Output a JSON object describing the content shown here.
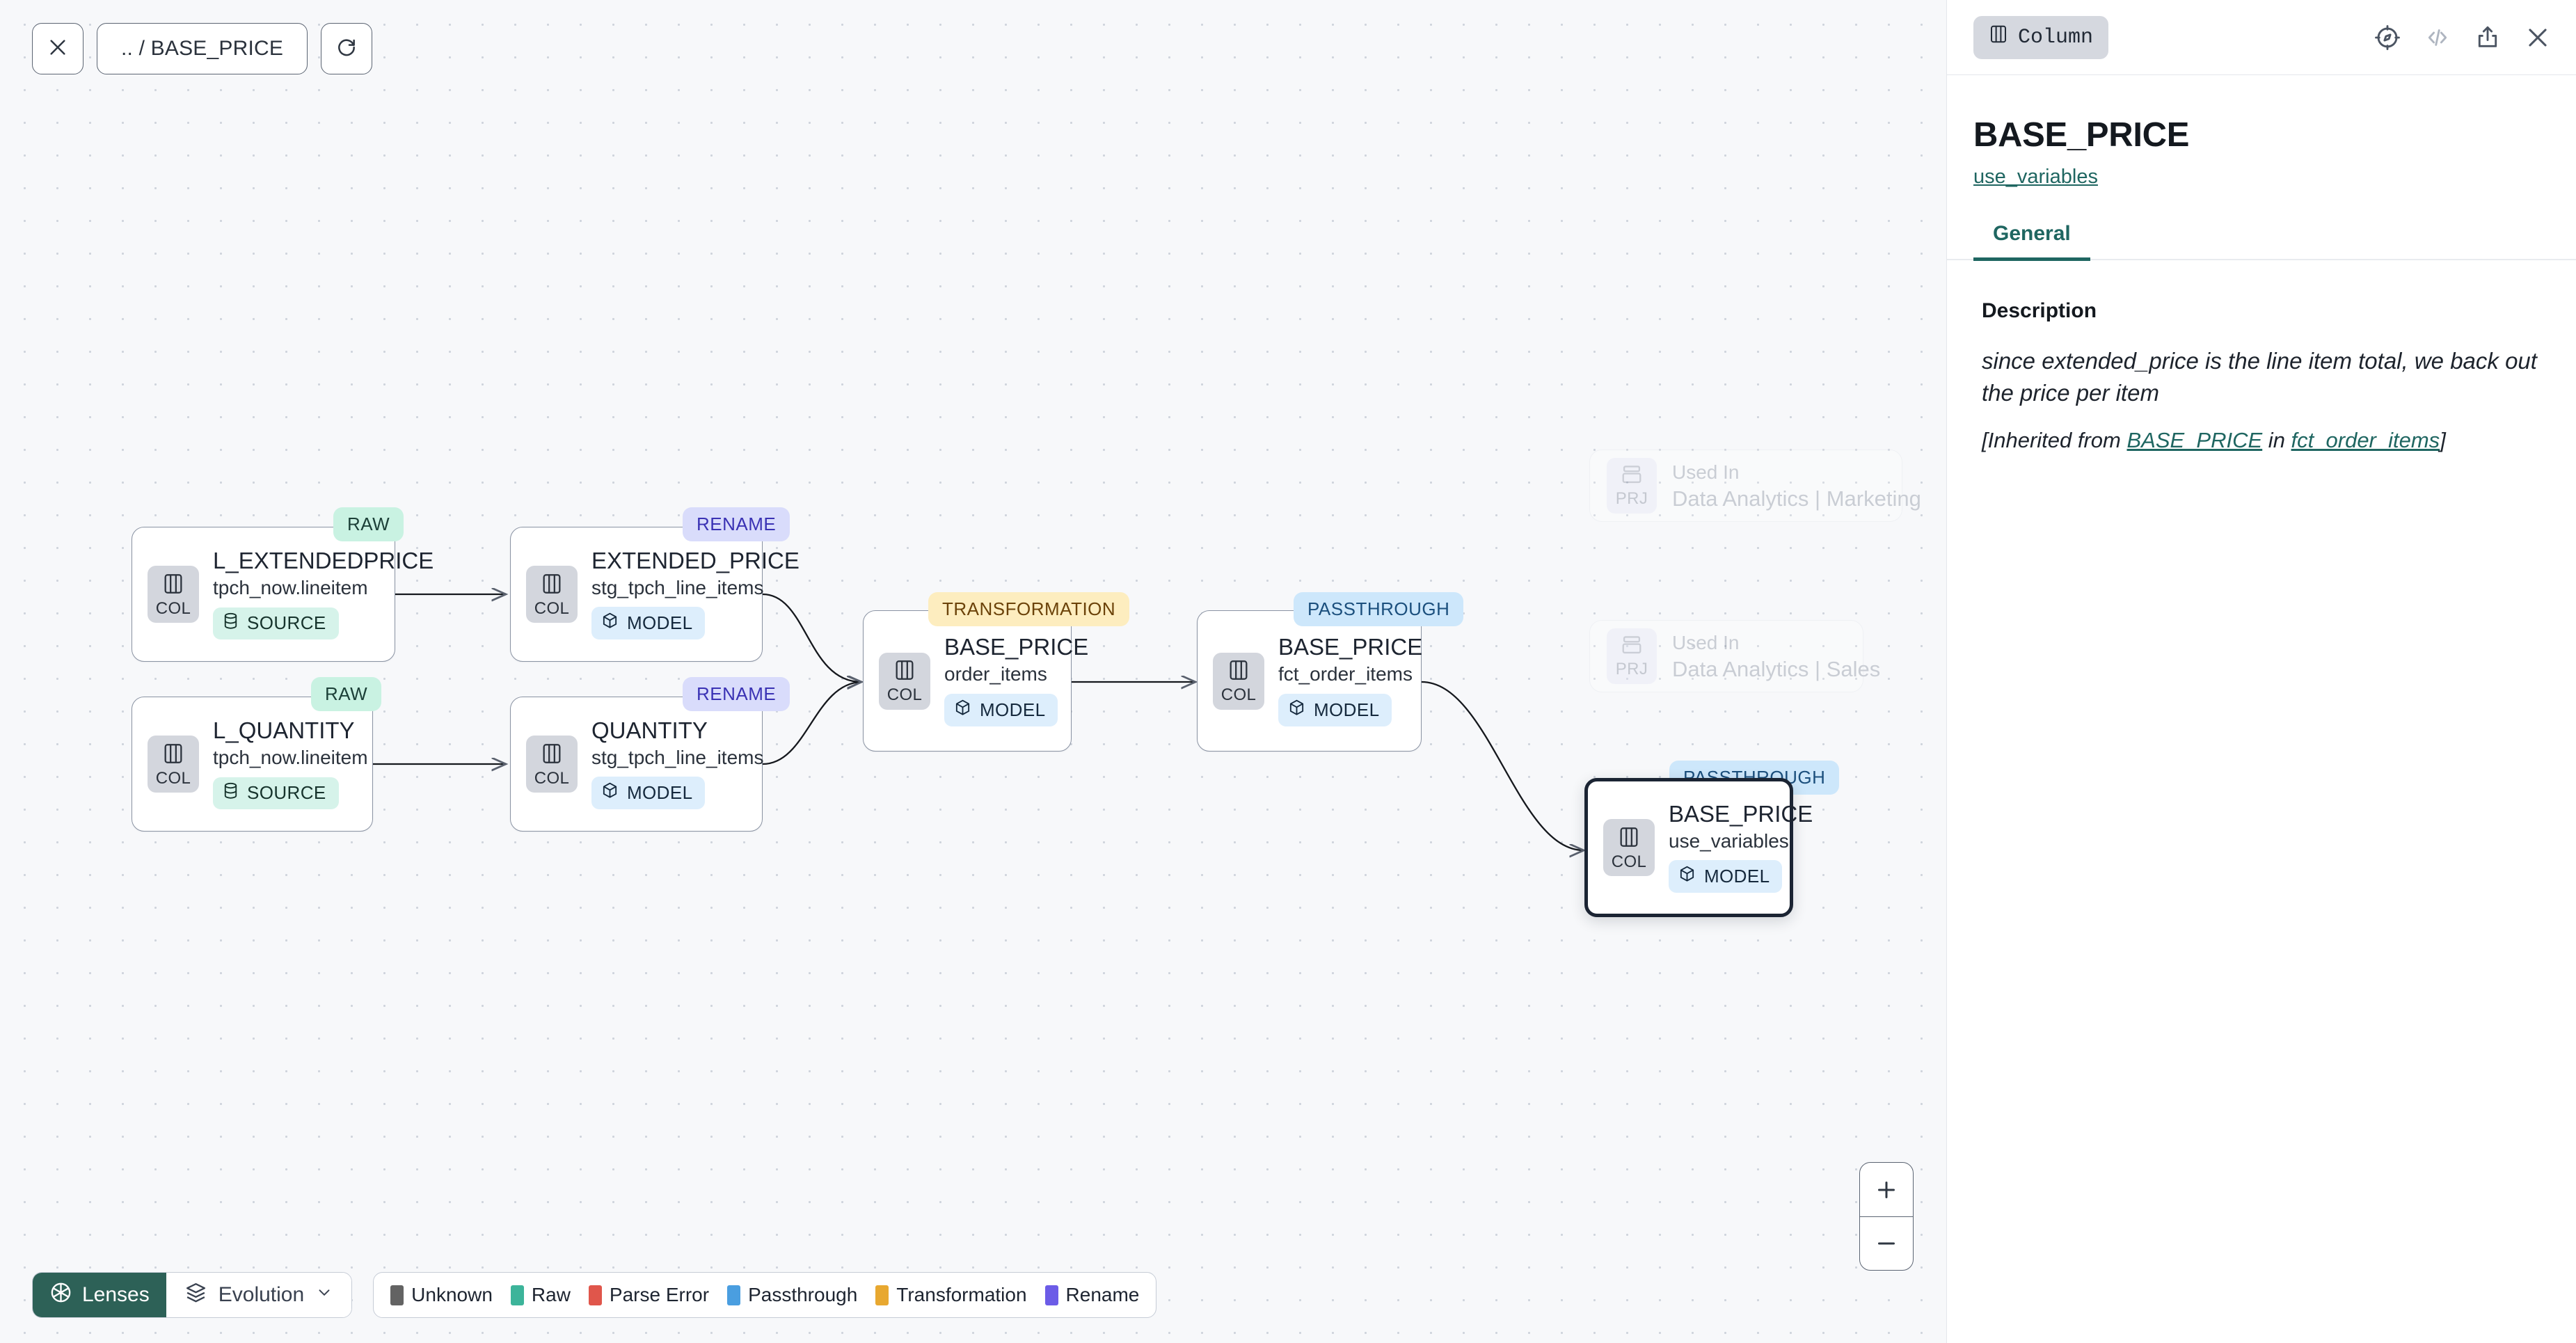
{
  "toolbar": {
    "close_icon": "close-icon",
    "breadcrumb": ".. / BASE_PRICE",
    "refresh_icon": "refresh-icon"
  },
  "canvas": {
    "nodes": [
      {
        "title": "L_EXTENDEDPRICE",
        "sub": "tpch_now.lineitem",
        "chip": "COL",
        "kind": "SOURCE",
        "type": "RAW"
      },
      {
        "title": "L_QUANTITY",
        "sub": "tpch_now.lineitem",
        "chip": "COL",
        "kind": "SOURCE",
        "type": "RAW"
      },
      {
        "title": "EXTENDED_PRICE",
        "sub": "stg_tpch_line_items",
        "chip": "COL",
        "kind": "MODEL",
        "type": "RENAME"
      },
      {
        "title": "QUANTITY",
        "sub": "stg_tpch_line_items",
        "chip": "COL",
        "kind": "MODEL",
        "type": "RENAME"
      },
      {
        "title": "BASE_PRICE",
        "sub": "order_items",
        "chip": "COL",
        "kind": "MODEL",
        "type": "TRANSFORMATION"
      },
      {
        "title": "BASE_PRICE",
        "sub": "fct_order_items",
        "chip": "COL",
        "kind": "MODEL",
        "type": "PASSTHROUGH"
      },
      {
        "title": "BASE_PRICE",
        "sub": "use_variables",
        "chip": "COL",
        "kind": "MODEL",
        "type": "PASSTHROUGH"
      }
    ],
    "used_in": [
      {
        "chip": "PRJ",
        "kicker": "Used In",
        "name": "Data Analytics | Marketing"
      },
      {
        "chip": "PRJ",
        "kicker": "Used In",
        "name": "Data Analytics | Sales"
      }
    ],
    "zoom_in_label": "+",
    "zoom_out_label": "–"
  },
  "bottom_bar": {
    "lenses_label": "Lenses",
    "lenses_icon": "aperture-icon",
    "evolution_label": "Evolution",
    "evolution_icon": "layers-icon",
    "chevron_icon": "chevron-down-icon",
    "legend": [
      {
        "label": "Unknown",
        "color": "#636363"
      },
      {
        "label": "Raw",
        "color": "#3cb49a"
      },
      {
        "label": "Parse Error",
        "color": "#e0564b"
      },
      {
        "label": "Passthrough",
        "color": "#4a9ee0"
      },
      {
        "label": "Transformation",
        "color": "#e8a830"
      },
      {
        "label": "Rename",
        "color": "#6c5ce7"
      }
    ]
  },
  "panel": {
    "type_label": "Column",
    "type_icon": "column-icon",
    "actions": [
      {
        "name": "explore-icon",
        "state": "enabled"
      },
      {
        "name": "code-icon",
        "state": "disabled"
      },
      {
        "name": "share-icon",
        "state": "enabled"
      },
      {
        "name": "close-icon",
        "state": "enabled"
      }
    ],
    "title": "BASE_PRICE",
    "parent_link": "use_variables",
    "tabs": [
      {
        "label": "General",
        "active": true
      }
    ],
    "description_label": "Description",
    "description_text": "since extended_price is the line item total, we back out the price per item",
    "inherited_prefix": "[Inherited from ",
    "inherited_column": "BASE_PRICE",
    "inherited_mid": " in ",
    "inherited_model": "fct_order_items",
    "inherited_suffix": "]"
  },
  "colors": {
    "accent_teal": "#1f6661",
    "lenses_green": "#2d6157",
    "selected_border": "#1b2433"
  }
}
